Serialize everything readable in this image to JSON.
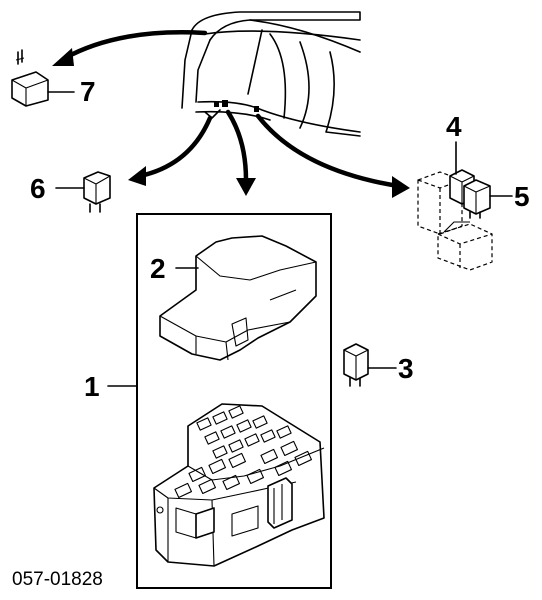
{
  "callouts": {
    "c1": "1",
    "c2": "2",
    "c3": "3",
    "c4": "4",
    "c5": "5",
    "c6": "6",
    "c7": "7"
  },
  "part_number": "057-01828"
}
